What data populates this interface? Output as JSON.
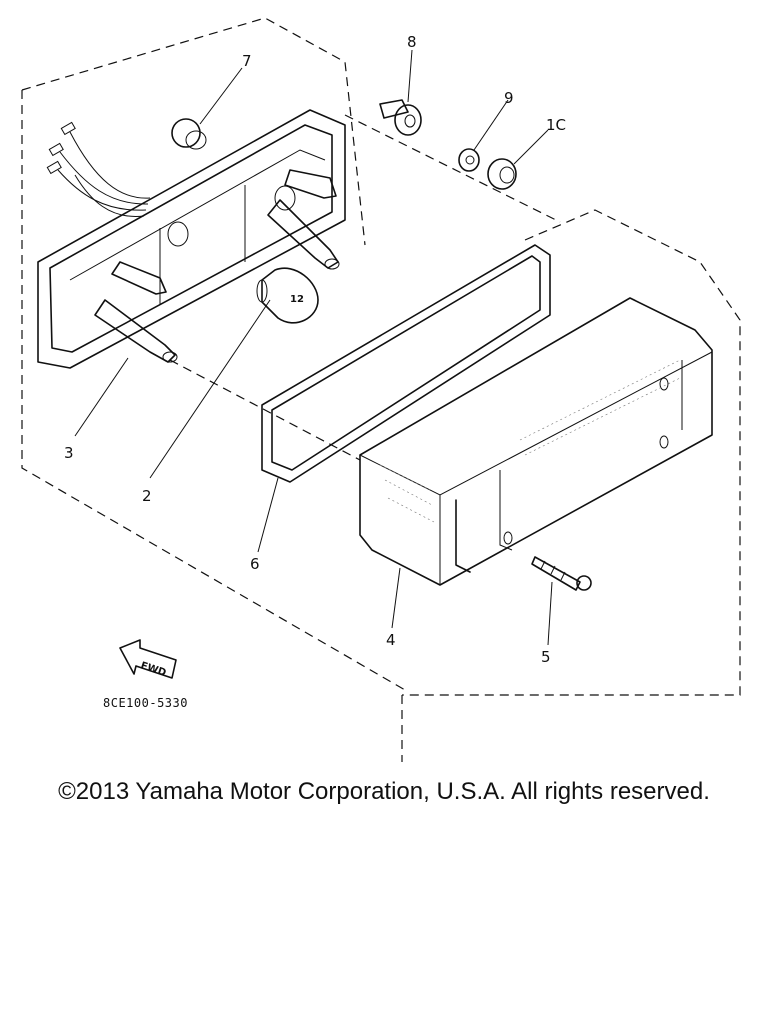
{
  "diagram": {
    "callouts": [
      {
        "id": "1",
        "label": "2"
      },
      {
        "id": "2",
        "label": "3"
      },
      {
        "id": "3",
        "label": "4"
      },
      {
        "id": "4",
        "label": "5"
      },
      {
        "id": "5",
        "label": "6"
      },
      {
        "id": "6",
        "label": "7"
      },
      {
        "id": "7",
        "label": "8"
      },
      {
        "id": "8",
        "label": "9"
      },
      {
        "id": "9",
        "label": "1C"
      }
    ],
    "fwd_label": "FWD",
    "part_code": "8CE100-5330"
  },
  "footer": {
    "copyright": "©2013 Yamaha Motor Corporation, U.S.A. All rights reserved."
  }
}
